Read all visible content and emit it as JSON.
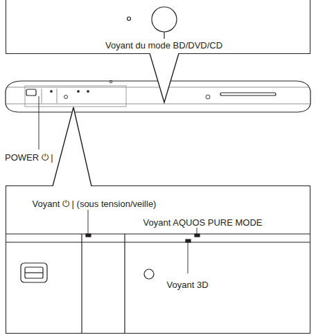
{
  "diagram": {
    "nodes": [
      {
        "text": [
          "Voyant du mode BD/DVD/CD"
        ]
      },
      {
        "text": [
          "Voyant ⏻ | (sous tension/veille)",
          "Voyant AQUOS PURE MODE",
          "Voyant 3D"
        ]
      }
    ],
    "labels": [
      "POWER ⏻ |"
    ]
  }
}
